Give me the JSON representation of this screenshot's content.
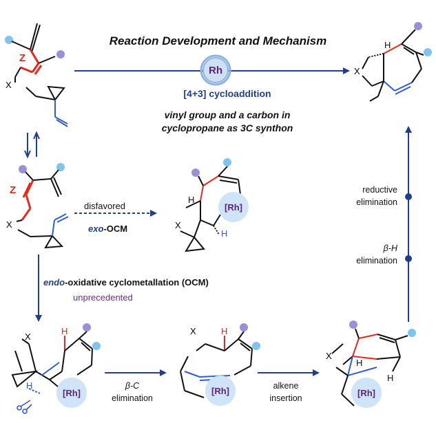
{
  "title": "Reaction Development and Mechanism",
  "catalyst": "Rh",
  "metal_label": "[Rh]",
  "cycloaddition": "[4+3] cycloaddition",
  "synthon_line1": "vinyl group and a carbon in",
  "synthon_line2": "cyclopropane as 3C synthon",
  "disfavored": "disfavored",
  "exo_prefix": "exo",
  "exo_suffix": "-OCM",
  "endo_prefix": "endo",
  "endo_suffix": "-oxidative cyclometallation (OCM)",
  "unprecedented": "unprecedented",
  "reductive_1": "reductive",
  "reductive_2": "elimination",
  "beta_h_1": "β-H",
  "beta_h_2": "elimination",
  "beta_c_1": "β-C",
  "beta_c_2": "elimination",
  "alkene_1": "alkene",
  "alkene_2": "insertion",
  "atoms": {
    "x": "X",
    "z": "Z",
    "h": "H"
  },
  "colors": {
    "arrow": "#1f3f8c",
    "red": "#e8261c",
    "blue": "#2d5bd6",
    "purple": "#6a2c8c",
    "dot_blue": "#7fc4ee",
    "dot_purple": "#9b8fd6",
    "halo": "#cfe4f7"
  }
}
